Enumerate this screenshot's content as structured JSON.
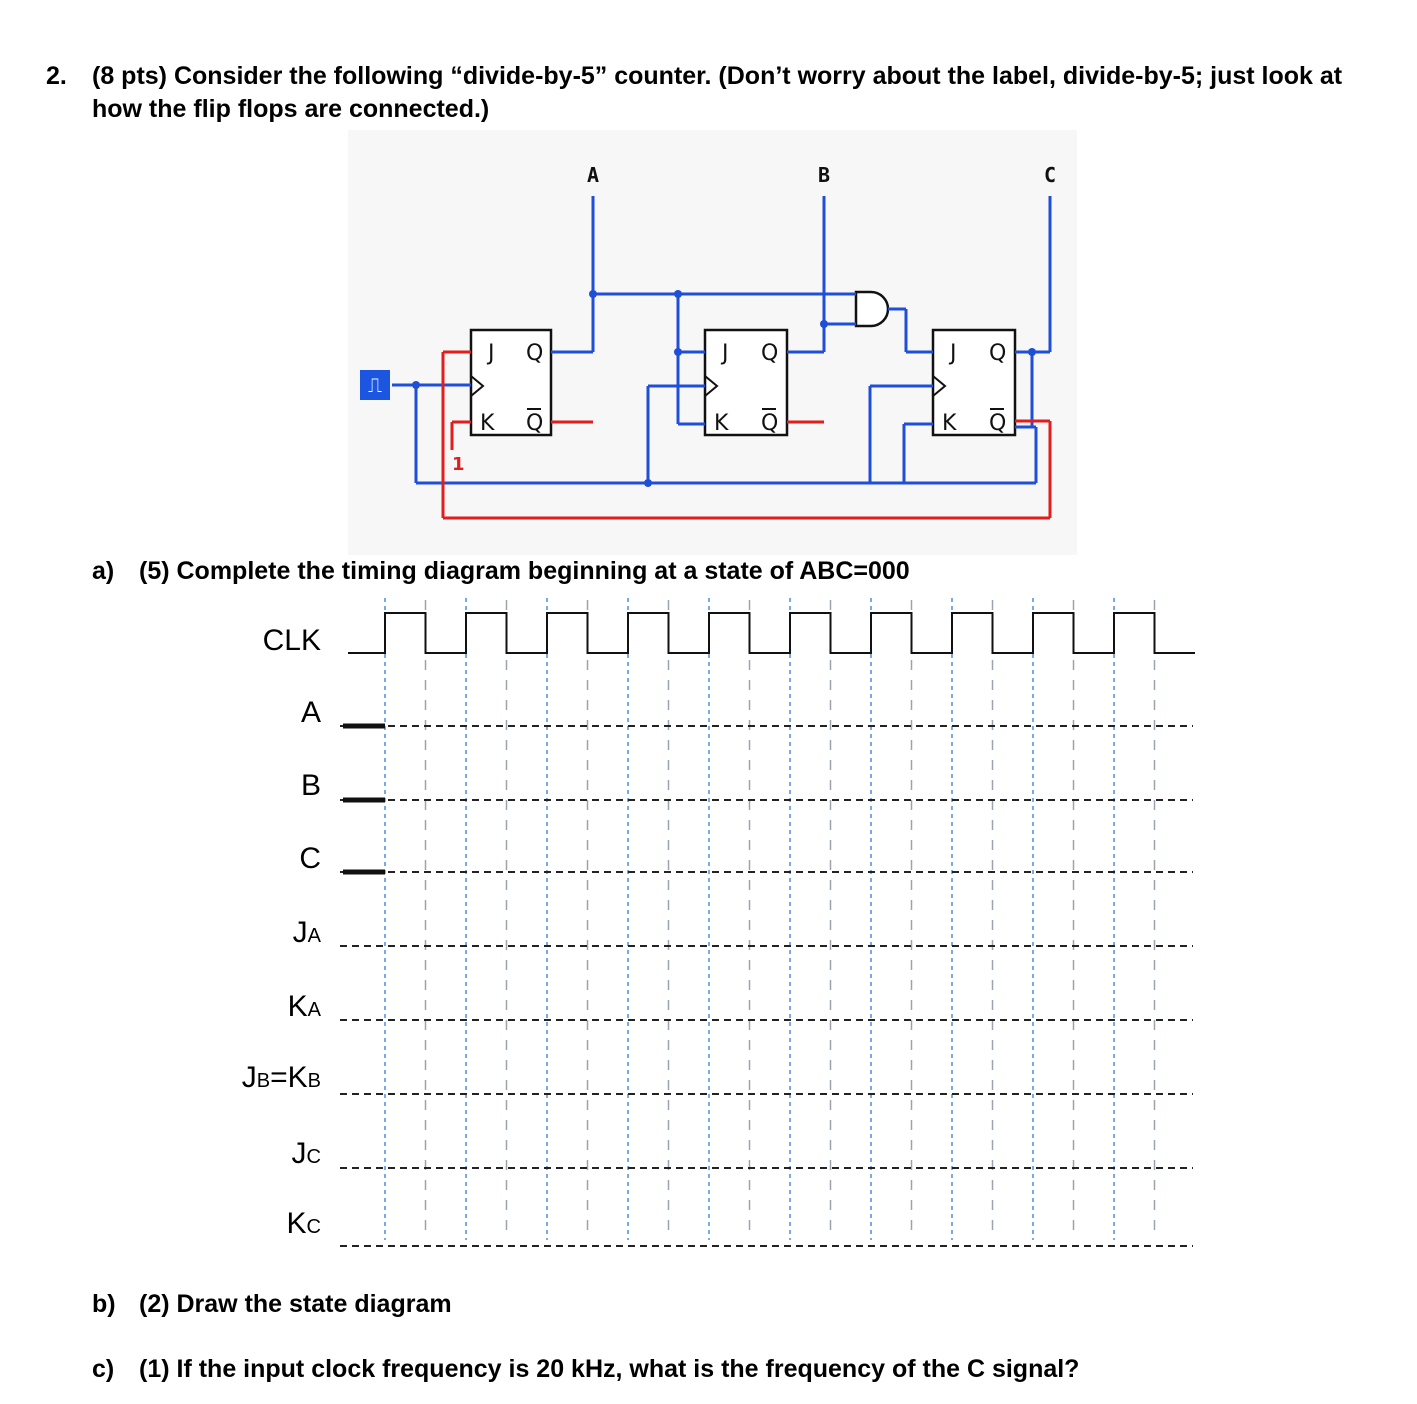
{
  "question": {
    "number": "2.",
    "text": "(8 pts) Consider the following “divide-by-5” counter. (Don’t worry about the label, divide-by-5; just look at how the flip flops are connected.)"
  },
  "circuit": {
    "outputs": [
      "A",
      "B",
      "C"
    ],
    "ff_pin_j": "J",
    "ff_pin_k": "K",
    "ff_pin_q": "Q",
    "ff_pin_qbar": "Q",
    "constant_one": "1",
    "clock_symbol": "⎍",
    "colors": {
      "blue": "#1f4fd6",
      "red": "#e21d1d",
      "black": "#111111",
      "clock_bg": "#1b55e0"
    }
  },
  "parts": {
    "a": {
      "letter": "a)",
      "text": "(5) Complete the timing diagram beginning at a state of ABC=000"
    },
    "b": {
      "letter": "b)",
      "text": "(2) Draw the state diagram"
    },
    "c": {
      "letter": "c)",
      "text": "(1) If the input clock frequency is 20 kHz, what is the frequency of the C signal?"
    }
  },
  "timing": {
    "signals": [
      {
        "main": "CLK",
        "sub": ""
      },
      {
        "main": "A",
        "sub": ""
      },
      {
        "main": "B",
        "sub": ""
      },
      {
        "main": "C",
        "sub": ""
      },
      {
        "main": "J",
        "sub": "A"
      },
      {
        "main": "K",
        "sub": "A"
      },
      {
        "main": "J",
        "sub": "B",
        "eq": "=K",
        "sub2": "B"
      },
      {
        "main": "J",
        "sub": "C"
      },
      {
        "main": "K",
        "sub": "C"
      }
    ],
    "clock_pulses": 10,
    "initial_values": {
      "A": 0,
      "B": 0,
      "C": 0
    }
  }
}
